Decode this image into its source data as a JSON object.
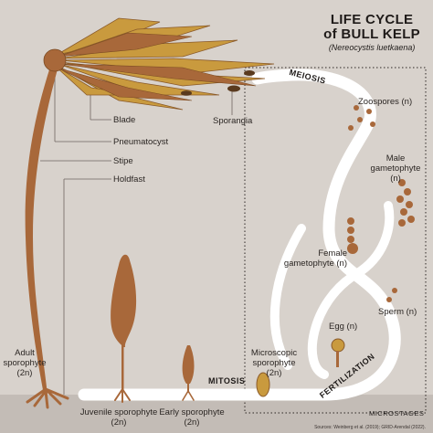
{
  "title": {
    "line1": "LIFE CYCLE",
    "line2": "of BULL KELP",
    "scientific_name": "(Nereocystis luetkaena)"
  },
  "parts": {
    "blade": "Blade",
    "sporangia": "Sporangia",
    "pneumatocyst": "Pneumatocyst",
    "stipe": "Stipe",
    "holdfast": "Holdfast"
  },
  "stages": {
    "zoospores": "Zoospores (n)",
    "male_gametophyte_line1": "Male",
    "male_gametophyte_line2": "gametophyte",
    "male_gametophyte_line3": "(n)",
    "female_gametophyte_line1": "Female",
    "female_gametophyte_line2": "gametophyte (n)",
    "sperm": "Sperm (n)",
    "egg": "Egg (n)",
    "microscopic_line1": "Microscopic",
    "microscopic_line2": "sporophyte",
    "microscopic_line3": "(2n)",
    "early_line1": "Early sporophyte",
    "early_line2": "(2n)",
    "juvenile_line1": "Juvenile sporophyte",
    "juvenile_line2": "(2n)",
    "adult_line1": "Adult",
    "adult_line2": "sporophyte",
    "adult_line3": "(2n)"
  },
  "processes": {
    "meiosis": "MEIOSIS",
    "mitosis": "MITOSIS",
    "fertilization": "FERTILIZATION",
    "microstages": "MICROSTAGES"
  },
  "sources": "Sources: Weinberg et al. (2019); GRID-Arendal (2022).",
  "colors": {
    "background": "#d8d2cc",
    "seafloor": "#c3bcb6",
    "kelp_brown": "#a8683a",
    "blade_gold": "#c99a3e",
    "arrow_white": "#ffffff",
    "leader_line": "#6e6560"
  }
}
